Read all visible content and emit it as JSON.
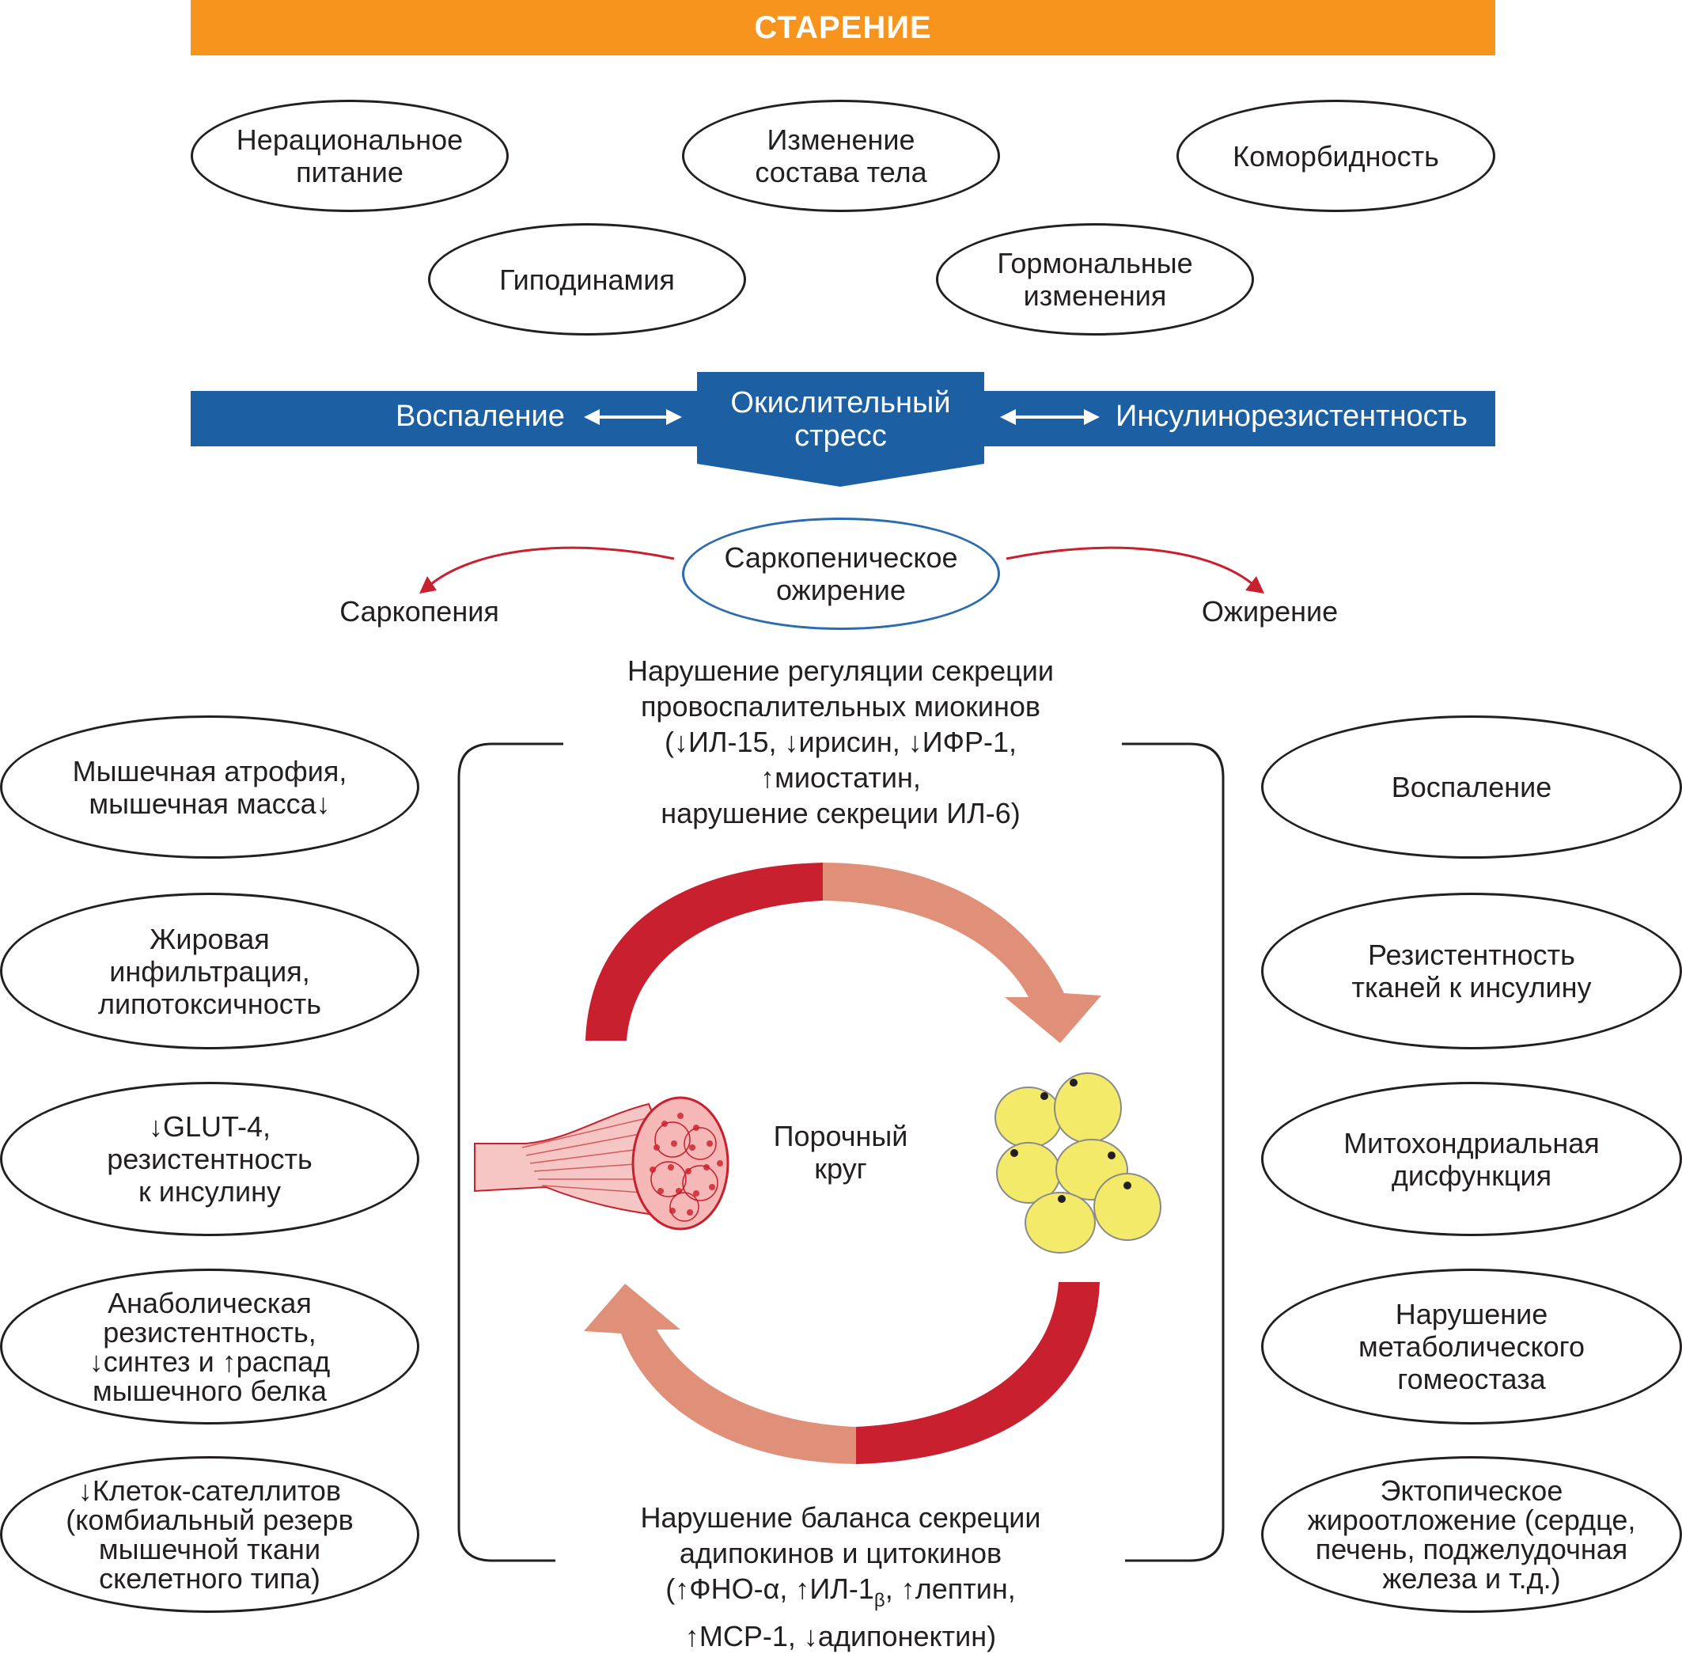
{
  "header": {
    "title": "СТАРЕНИЕ"
  },
  "factors": {
    "f1": "Нерациональное\nпитание",
    "f2": "Изменение\nсостава тела",
    "f3": "Коморбидность",
    "f4": "Гиподинамия",
    "f5": "Гормональные\nизменения"
  },
  "band": {
    "left": "Воспаление",
    "center": "Окислительный\nстресс",
    "right": "Инсулинорезистентность"
  },
  "center": {
    "main": "Саркопеническое\nожирение",
    "left": "Саркопения",
    "right": "Ожирение"
  },
  "top_text": {
    "l1": "Нарушение регуляции секреции",
    "l2": "провоспалительных миокинов",
    "l3": "(↓ИЛ-15, ↓ирисин, ↓ИФР-1,",
    "l4": "↑миостатин,",
    "l5": "нарушение секреции ИЛ-6)"
  },
  "vicious": "Порочный\nкруг",
  "bottom_text": {
    "l1": "Нарушение баланса секреции",
    "l2": "адипокинов и цитокинов",
    "l3a": "(↑ФНО-α, ↑ИЛ-1",
    "l3sub": "β",
    "l3b": ", ↑лептин,",
    "l4": "↑МСР-1, ↓адипонектин)"
  },
  "left_items": [
    "Мышечная атрофия,\nмышечная масса↓",
    "Жировая\nинфильтрация,\nлипотоксичность",
    "↓GLUT-4,\nрезистентность\nк инсулину",
    "Анаболическая\nрезистентность,\n↓синтез и ↑распад\nмышечного белка",
    "↓Клеток-сателлитов\n(комбиальный резерв\nмышечной ткани\nскелетного типа)"
  ],
  "right_items": [
    "Воспаление",
    "Резистентность\nтканей к инсулину",
    "Митохондриальная\nдисфункция",
    "Нарушение\nметаболического\nгомеостаза",
    "Эктопическое\nжироотложение (сердце,\nпечень, поджелудочная\nжелеза и т.д.)"
  ],
  "colors": {
    "orange": "#f7941d",
    "blue": "#1c5fa3",
    "red": "#c8202f",
    "salmon": "#e09078"
  }
}
